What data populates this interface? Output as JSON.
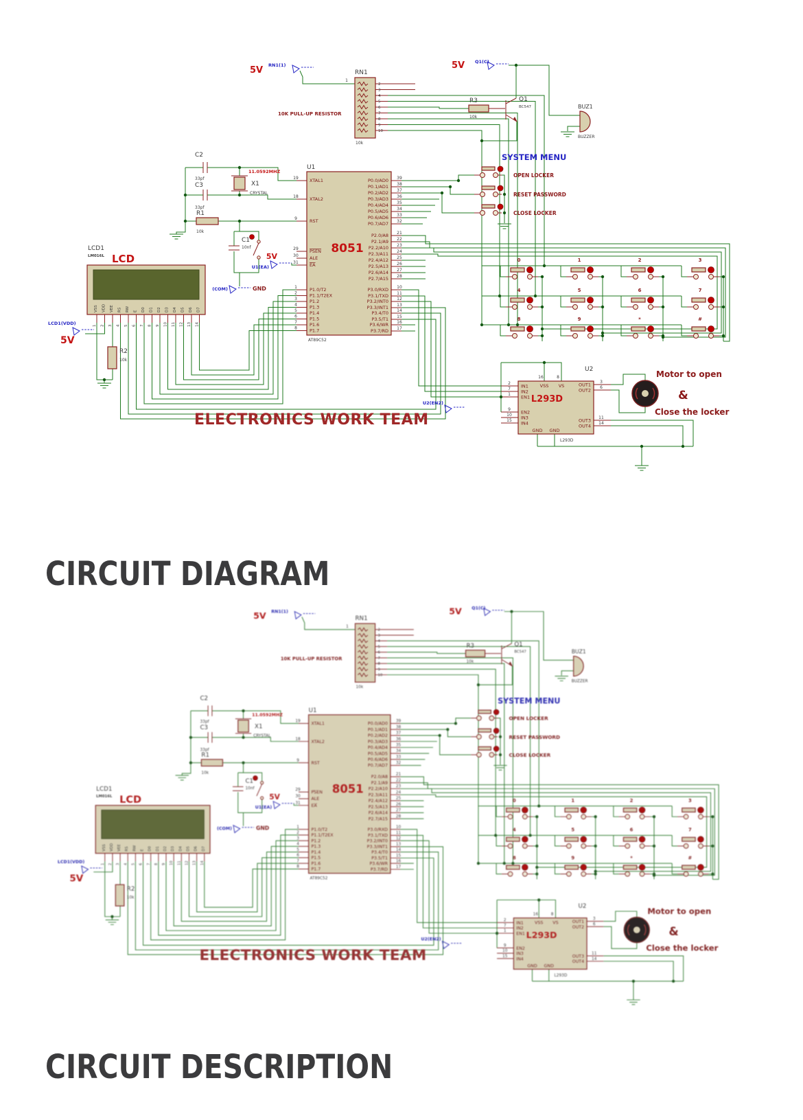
{
  "headings": {
    "diagram": "CIRCUIT DIAGRAM",
    "description": "CIRCUIT DESCRIPTION"
  },
  "colors": {
    "wire": "#1f7a1f",
    "component": "#8a1f1f",
    "body": "#d8d0ae",
    "accent_red": "#c41414",
    "accent_blue": "#2525c4",
    "label_dark_red": "#8b1a1a",
    "heading": "#3b3b3d"
  },
  "sch": {
    "team": "ELECTRONICS WORK TEAM",
    "rn1": {
      "v": "5V",
      "tag": "RN1(1)",
      "ref": "RN1",
      "val": "10k",
      "note": "10K PULL-UP RESISTOR",
      "pin_in": "1",
      "pins": [
        "2",
        "3",
        "4",
        "5",
        "6",
        "7",
        "8",
        "9",
        "10"
      ]
    },
    "q1": {
      "v": "5V",
      "tag": "Q1(C)",
      "ref": "Q1",
      "part": "BC547"
    },
    "r3": {
      "ref": "R3",
      "val": "10k"
    },
    "buz": {
      "ref": "BUZ1",
      "part": "BUZZER"
    },
    "menu": {
      "title": "SYSTEM MENU",
      "items": [
        "OPEN LOCKER",
        "RESET PASSWORD",
        "CLOSE LOCKER"
      ]
    },
    "c2": {
      "ref": "C2",
      "val": "33pf"
    },
    "c3": {
      "ref": "C3",
      "val": "33pf"
    },
    "x1": {
      "ref": "X1",
      "part": "CRYSTAL",
      "freq": "11.0592MHZ"
    },
    "r1": {
      "ref": "R1",
      "val": "10k"
    },
    "c1": {
      "ref": "C1",
      "val": "10nf",
      "tag": "U1(EA)",
      "v": "5V"
    },
    "com": {
      "tag": "(COM)",
      "gnd": "GND"
    },
    "u1": {
      "ref": "U1",
      "name": "8051",
      "part": "AT89C52",
      "ln": [
        "XTAL1",
        "XTAL2",
        "RST",
        "PSEN",
        "ALE",
        "EA",
        "P1.0/T2",
        "P1.1/T2EX",
        "P1.2",
        "P1.3",
        "P1.4",
        "P1.5",
        "P1.6",
        "P1.7"
      ],
      "lp": [
        "19",
        "18",
        "9",
        "29",
        "30",
        "31",
        "1",
        "2",
        "3",
        "4",
        "5",
        "6",
        "7",
        "8"
      ],
      "rn": [
        "P0.0/AD0",
        "P0.1/AD1",
        "P0.2/AD2",
        "P0.3/AD3",
        "P0.4/AD4",
        "P0.5/AD5",
        "P0.6/AD6",
        "P0.7/AD7",
        "P2.0/A8",
        "P2.1/A9",
        "P2.2/A10",
        "P2.3/A11",
        "P2.4/A12",
        "P2.5/A13",
        "P2.6/A14",
        "P2.7/A15",
        "P3.0/RXD",
        "P3.1/TXD",
        "P3.2/INT0",
        "P3.3/INT1",
        "P3.4/T0",
        "P3.5/T1",
        "P3.6/WR",
        "P3.7/RD"
      ],
      "rp": [
        "39",
        "38",
        "37",
        "36",
        "35",
        "34",
        "33",
        "32",
        "21",
        "22",
        "23",
        "24",
        "25",
        "26",
        "27",
        "28",
        "10",
        "11",
        "12",
        "13",
        "14",
        "15",
        "16",
        "17"
      ]
    },
    "lcd": {
      "ref": "LCD1",
      "part": "LM016L",
      "title": "LCD",
      "pn": [
        "VSS",
        "VDD",
        "VEE",
        "RS",
        "RW",
        "E",
        "D0",
        "D1",
        "D2",
        "D3",
        "D4",
        "D5",
        "D6",
        "D7"
      ],
      "pp": [
        "1",
        "2",
        "3",
        "4",
        "5",
        "6",
        "7",
        "8",
        "9",
        "10",
        "11",
        "12",
        "13",
        "14"
      ]
    },
    "vdd": {
      "tag": "LCD1(VDD)",
      "v": "5V"
    },
    "r2": {
      "ref": "R2",
      "val": "10k"
    },
    "keys": [
      "0",
      "1",
      "2",
      "3",
      "4",
      "5",
      "6",
      "7",
      "8",
      "9",
      "*",
      "#"
    ],
    "u2": {
      "ref": "U2",
      "name": "L293D",
      "part": "L293D",
      "tag": "U2(EN2)",
      "ln": [
        "IN1",
        "IN2",
        "EN1",
        "EN2",
        "IN3",
        "IN4"
      ],
      "lp": [
        "2",
        "7",
        "1",
        "9",
        "10",
        "15"
      ],
      "tn": [
        "VSS",
        "VS"
      ],
      "tp": [
        "16",
        "8"
      ],
      "rn": [
        "OUT1",
        "OUT2",
        "OUT3",
        "OUT4"
      ],
      "rp": [
        "3",
        "6",
        "11",
        "14"
      ],
      "bn": [
        "GND",
        "GND"
      ]
    },
    "motor": {
      "l1": "Motor to open",
      "amp": "&",
      "l2": "Close the locker"
    }
  }
}
